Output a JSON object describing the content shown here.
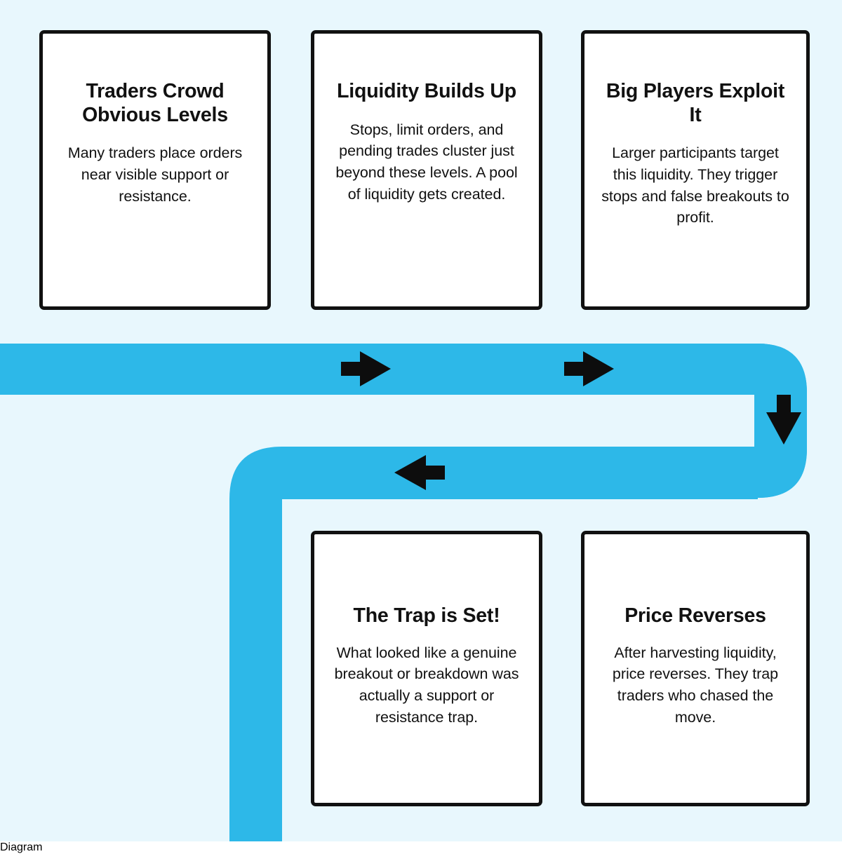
{
  "theme": {
    "background_color": "#e8f7fd",
    "flow_color": "#2db8e8",
    "card_background": "#ffffff",
    "card_border_color": "#111111",
    "text_color": "#111111",
    "arrow_color": "#0d0d0d"
  },
  "flow": {
    "description": "Snaking blue ribbon connecting five step cards left-to-right, down, then right-to-left",
    "arrows": [
      {
        "name": "arrow-right-1",
        "direction": "right"
      },
      {
        "name": "arrow-right-2",
        "direction": "right"
      },
      {
        "name": "arrow-down-1",
        "direction": "down"
      },
      {
        "name": "arrow-left-1",
        "direction": "left"
      }
    ]
  },
  "steps": [
    {
      "id": "step-1",
      "title": "Traders Crowd Obvious Levels",
      "body": "Many traders place orders near visible support or resistance."
    },
    {
      "id": "step-2",
      "title": "Liquidity Builds Up",
      "body": "Stops, limit orders, and pending trades cluster just beyond these levels. A pool of liquidity gets created."
    },
    {
      "id": "step-3",
      "title": "Big Players Exploit It",
      "body": "Larger participants target this liquidity. They trigger stops and false breakouts to profit."
    },
    {
      "id": "step-4",
      "title": "The Trap is Set!",
      "body": "What looked like a genuine breakout or breakdown was actually a support or resistance trap."
    },
    {
      "id": "step-5",
      "title": "Price Reverses",
      "body": "After harvesting liquidity, price reverses. They trap traders who chased the move."
    }
  ]
}
